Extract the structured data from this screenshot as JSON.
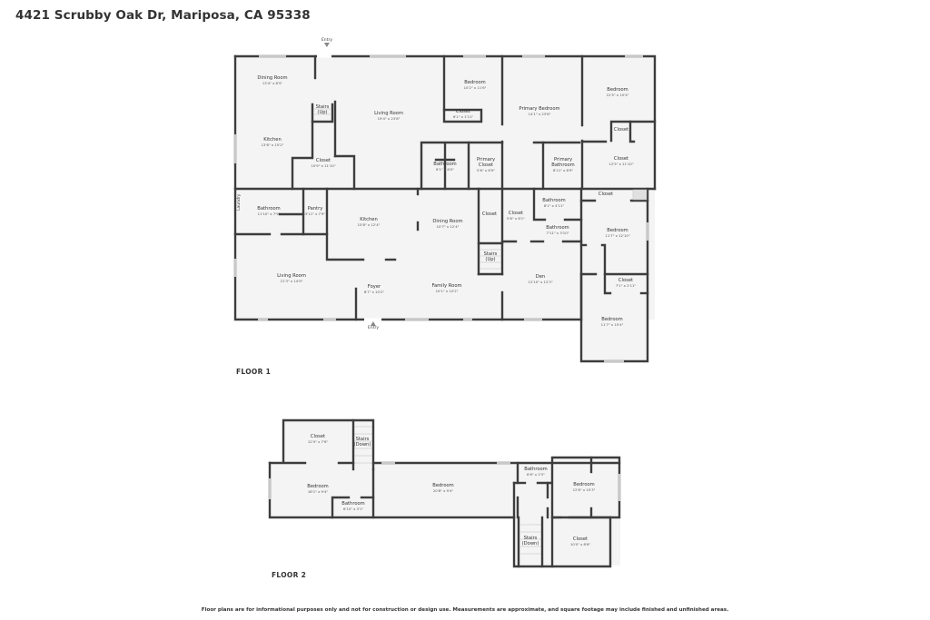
{
  "header": {
    "address": "4421 Scrubby Oak Dr, Mariposa, CA 95338"
  },
  "floor1": {
    "label": "FLOOR 1",
    "entries": [
      {
        "label": "Entry"
      },
      {
        "label": "Entry"
      }
    ],
    "side_label": "Laundry",
    "rooms": [
      {
        "name": "Dining Room",
        "dims": "13'4\" x 8'5\""
      },
      {
        "name": "Stairs",
        "dims": "(Up)"
      },
      {
        "name": "Living Room",
        "dims": "19'4\" x 23'8\""
      },
      {
        "name": "Kitchen",
        "dims": "13'6\" x 15'2\""
      },
      {
        "name": "Closet",
        "dims": "10'9\" x 11'10\""
      },
      {
        "name": "Bedroom",
        "dims": "10'2\" x 11'6\""
      },
      {
        "name": "Closet",
        "dims": "6'1\" x 1'11\""
      },
      {
        "name": "Primary Bedroom",
        "dims": "14'1\" x 23'8\""
      },
      {
        "name": "Bedroom",
        "dims": "12'5\" x 10'4\""
      },
      {
        "name": "Closet",
        "dims": ""
      },
      {
        "name": "Bathroom",
        "dims": "8'1\" x 8'0\""
      },
      {
        "name": "Primary Closet",
        "dims": "5'6\" x 8'9\""
      },
      {
        "name": "Primary Bathroom",
        "dims": "8'11\" x 8'9\""
      },
      {
        "name": "Closet",
        "dims": "12'5\" x 11'10\""
      },
      {
        "name": "Bathroom",
        "dims": "11'10\" x 7'9\""
      },
      {
        "name": "Pantry",
        "dims": "3'11\" x 7'9\""
      },
      {
        "name": "Kitchen",
        "dims": "15'8\" x 12'4\""
      },
      {
        "name": "Dining Room",
        "dims": "10'7\" x 12'4\""
      },
      {
        "name": "Closet",
        "dims": ""
      },
      {
        "name": "Closet",
        "dims": "5'6\" x 8'1\""
      },
      {
        "name": "Bathroom",
        "dims": "8'1\" x 4'11\""
      },
      {
        "name": "Bathroom",
        "dims": "7'11\" x 3'10\""
      },
      {
        "name": "Closet",
        "dims": ""
      },
      {
        "name": "Bedroom",
        "dims": "11'7\" x 12'10\""
      },
      {
        "name": "Stairs",
        "dims": "(Up)"
      },
      {
        "name": "Living Room",
        "dims": "21'3\" x 14'9\""
      },
      {
        "name": "Foyer",
        "dims": "8'7\" x 10'2\""
      },
      {
        "name": "Family Room",
        "dims": "10'1\" x 10'2\""
      },
      {
        "name": "Den",
        "dims": "12'10\" x 12'3\""
      },
      {
        "name": "Closet",
        "dims": "7'1\" x 2'11\""
      },
      {
        "name": "Bedroom",
        "dims": "11'7\" x 15'4\""
      }
    ]
  },
  "floor2": {
    "label": "FLOOR 2",
    "rooms": [
      {
        "name": "Closet",
        "dims": "12'0\" x 7'6\""
      },
      {
        "name": "Stairs",
        "dims": "(Down)"
      },
      {
        "name": "Bedroom",
        "dims": "18'1\" x 9'4\""
      },
      {
        "name": "Bathroom",
        "dims": "6'10\" x 3'1\""
      },
      {
        "name": "Bedroom",
        "dims": "20'8\" x 9'4\""
      },
      {
        "name": "Bathroom",
        "dims": "6'6\" x 2'3\""
      },
      {
        "name": "Bedroom",
        "dims": "12'6\" x 10'3\""
      },
      {
        "name": "Stairs",
        "dims": "(Down)"
      },
      {
        "name": "Closet",
        "dims": "10'0\" x 8'6\""
      }
    ]
  },
  "footer": {
    "disclaimer": "Floor plans are for informational purposes only and not for construction or design use. Measurements are approximate, and square footage may include finished and unfinished areas."
  },
  "colors": {
    "wall": "#3d3d3d",
    "floor_fill": "#f4f4f4",
    "window": "#c8c8c8"
  }
}
